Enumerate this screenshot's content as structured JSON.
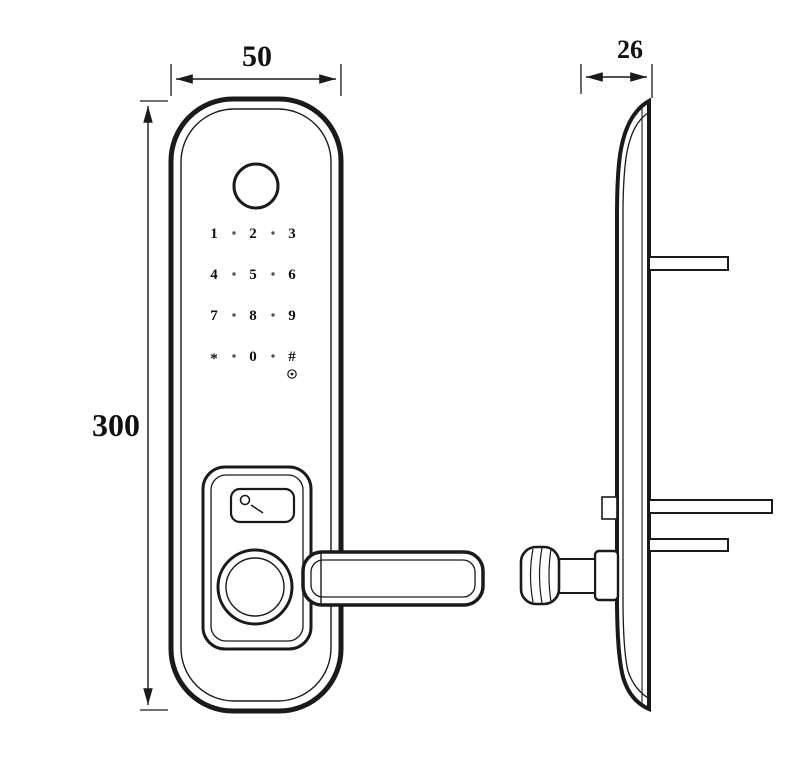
{
  "drawing": {
    "colors": {
      "ink": "#1a1a1a",
      "background": "#ffffff"
    },
    "dimensions": {
      "width": "50",
      "height": "300",
      "depth": "26"
    },
    "keypad": {
      "keys": [
        "1",
        "2",
        "3",
        "4",
        "5",
        "6",
        "7",
        "8",
        "9",
        "*",
        "0",
        "#"
      ]
    }
  }
}
